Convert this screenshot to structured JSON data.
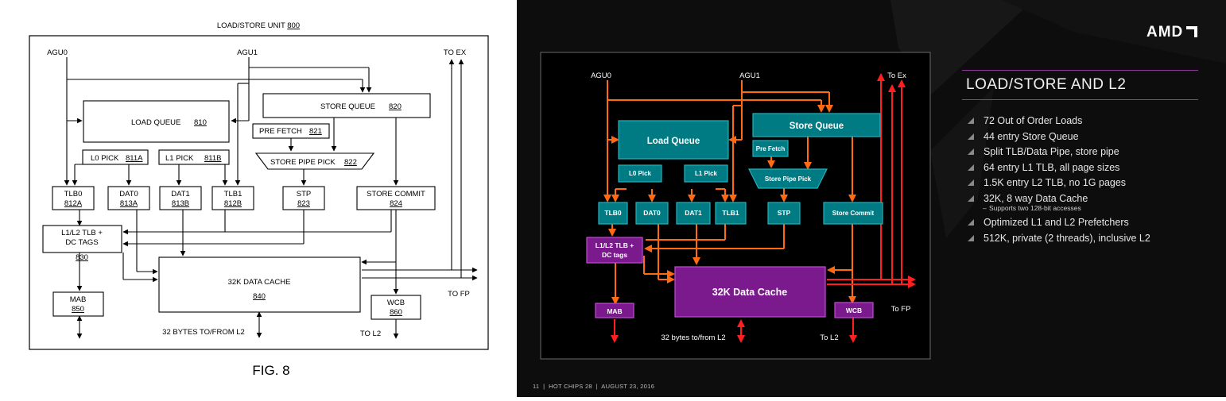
{
  "patent": {
    "unit_title": "LOAD/STORE UNIT ",
    "unit_ref": "800",
    "agu0": "AGU0",
    "agu1": "AGU1",
    "to_ex": "TO EX",
    "to_fp": "TO FP",
    "to_l2": "TO L2",
    "l2_bytes": "32 BYTES TO/FROM L2",
    "fig": "FIG. 8",
    "store_queue": {
      "label": "STORE QUEUE",
      "ref": "820"
    },
    "load_queue": {
      "label": "LOAD QUEUE",
      "ref": "810"
    },
    "prefetch": {
      "label": "PRE FETCH",
      "ref": "821"
    },
    "store_pipe_pick": {
      "label": "STORE PIPE PICK",
      "ref": "822"
    },
    "l0_pick": {
      "label": "L0 PICK",
      "ref": "811A"
    },
    "l1_pick": {
      "label": "L1 PICK",
      "ref": "811B"
    },
    "tlb0": {
      "label": "TLB0",
      "ref": "812A"
    },
    "dat0": {
      "label": "DAT0",
      "ref": "813A"
    },
    "dat1": {
      "label": "DAT1",
      "ref": "813B"
    },
    "tlb1": {
      "label": "TLB1",
      "ref": "812B"
    },
    "stp": {
      "label": "STP",
      "ref": "823"
    },
    "store_commit": {
      "label": "STORE COMMIT",
      "ref": "824"
    },
    "l1l2tlb": {
      "line1": "L1/L2 TLB +",
      "line2": "DC TAGS",
      "ref": "830"
    },
    "data_cache": {
      "label": "32K DATA CACHE",
      "ref": "840"
    },
    "mab": {
      "label": "MAB",
      "ref": "850"
    },
    "wcb": {
      "label": "WCB",
      "ref": "860"
    }
  },
  "slide": {
    "logo": "AMD",
    "title": "LOAD/STORE AND L2",
    "footer": "11  |  HOT CHIPS 28  |  AUGUST 23, 2016",
    "bullets": [
      "72 Out of Order Loads",
      "44 entry Store Queue",
      "Split TLB/Data Pipe, store pipe",
      "64 entry L1 TLB, all page sizes",
      "1.5K entry L2 TLB, no 1G pages",
      "32K, 8 way Data Cache",
      "Optimized L1 and L2 Prefetchers",
      "512K, private (2 threads), inclusive L2"
    ],
    "sub_bullet": "Supports two 128-bit accesses",
    "colors": {
      "teal": "#007b84",
      "purple": "#7b1a8c",
      "orange": "#ff6a13",
      "red": "#ff1f1f",
      "accent_rule": "#8e3c9a"
    },
    "diagram": {
      "agu0": "AGU0",
      "agu1": "AGU1",
      "to_ex": "To Ex",
      "to_fp": "To FP",
      "to_l2": "To L2",
      "l2_bytes": "32 bytes to/from L2",
      "load_queue": "Load Queue",
      "store_queue": "Store Queue",
      "pre_fetch": "Pre Fetch",
      "store_pipe_pick": "Store Pipe Pick",
      "l0_pick": "L0 Pick",
      "l1_pick": "L1 Pick",
      "tlb0": "TLB0",
      "dat0": "DAT0",
      "dat1": "DAT1",
      "tlb1": "TLB1",
      "stp": "STP",
      "store_commit": "Store Commit",
      "l1l2tlb_1": "L1/L2 TLB +",
      "l1l2tlb_2": "DC tags",
      "data_cache": "32K Data Cache",
      "mab": "MAB",
      "wcb": "WCB"
    }
  }
}
